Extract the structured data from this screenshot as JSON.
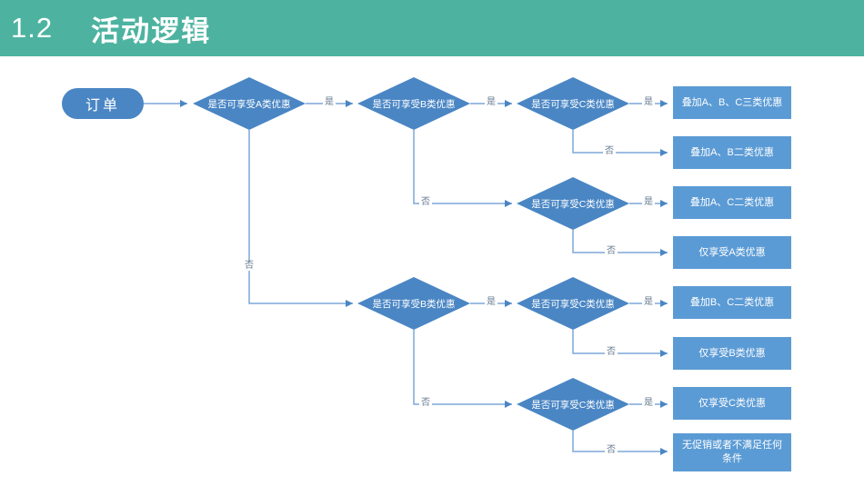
{
  "header": {
    "section_number": "1.2",
    "title": "活动逻辑"
  },
  "colors": {
    "header_teal": "#4db3a0",
    "node_blue": "#4a86c4",
    "result_box_blue": "#5b9bd5",
    "connector_blue": "#7da7d9",
    "edge_label_gray": "#64798f",
    "text_white": "#ffffff"
  },
  "flowchart": {
    "start_label": "订单",
    "yes_label": "是",
    "no_label": "否",
    "decisions": [
      {
        "id": "check-a",
        "label": "是否可享受A类优惠"
      },
      {
        "id": "check-b-top",
        "label": "是否可享受B类优惠"
      },
      {
        "id": "check-c-1",
        "label": "是否可享受C类优惠"
      },
      {
        "id": "check-c-2",
        "label": "是否可享受C类优惠"
      },
      {
        "id": "check-b-bottom",
        "label": "是否可享受B类优惠"
      },
      {
        "id": "check-c-3",
        "label": "是否可享受C类优惠"
      },
      {
        "id": "check-c-4",
        "label": "是否可享受C类优惠"
      }
    ],
    "results": [
      {
        "id": "stack-abc",
        "label": "叠加A、B、C三类优惠"
      },
      {
        "id": "stack-ab",
        "label": "叠加A、B二类优惠"
      },
      {
        "id": "stack-ac",
        "label": "叠加A、C二类优惠"
      },
      {
        "id": "only-a",
        "label": "仅享受A类优惠"
      },
      {
        "id": "stack-bc",
        "label": "叠加B、C二类优惠"
      },
      {
        "id": "only-b",
        "label": "仅享受B类优惠"
      },
      {
        "id": "only-c",
        "label": "仅享受C类优惠"
      },
      {
        "id": "none",
        "label": "无促销或者不满足任何条件"
      }
    ]
  }
}
